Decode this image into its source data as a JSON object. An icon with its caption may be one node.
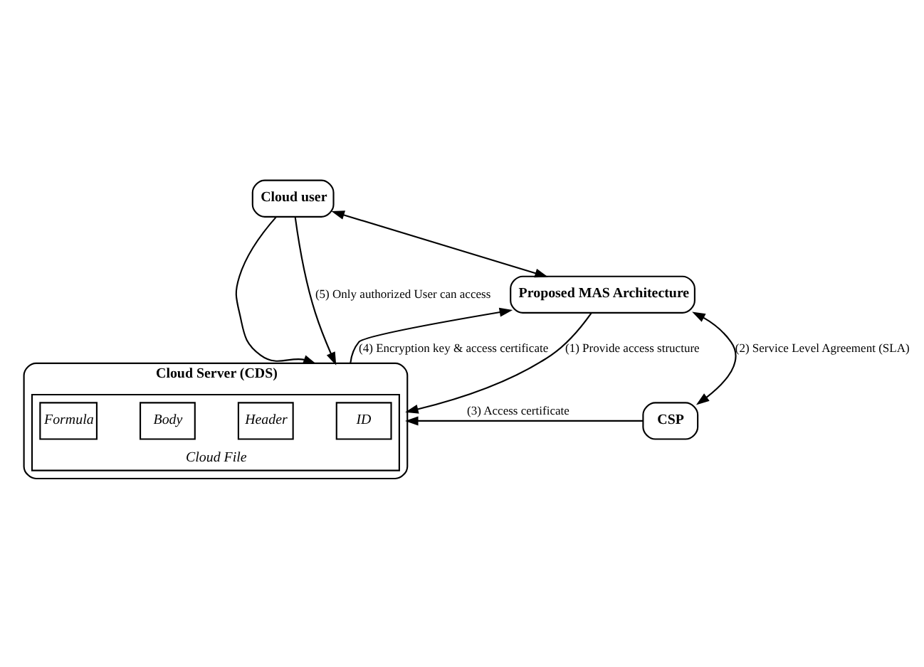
{
  "diagram": {
    "nodes": [
      {
        "text": [
          "CSP"
        ]
      },
      {
        "text": [
          "Cloud user"
        ]
      },
      {
        "text": [
          "Cloud Server (CDS)"
        ]
      },
      {
        "text": [
          "Cloud File"
        ],
        "in": 2
      },
      {
        "text": [
          "ID"
        ],
        "in": 3
      },
      {
        "text": [
          "Header"
        ],
        "in": 3
      },
      {
        "text": [
          "Body"
        ],
        "in": 3
      },
      {
        "text": [
          "Formula"
        ],
        "in": 3
      },
      {
        "text": [
          "Proposed MAS Architecture"
        ]
      }
    ],
    "edges": [
      {
        "from": 8,
        "to": 0,
        "arrow": "both",
        "label": "(2) Service Level Agreement (SLA)"
      },
      {
        "from": 0,
        "to": 2,
        "arrow": "to",
        "label": "(3) Access certificate"
      },
      {
        "from": 1,
        "to": 2,
        "arrow": "to"
      },
      {
        "from": 1,
        "to": 2,
        "arrow": "to",
        "label": "(5) Only authorized User can access"
      },
      {
        "from": 1,
        "to": 8,
        "arrow": "both"
      },
      {
        "from": 2,
        "to": 8,
        "arrow": "to",
        "label": "(4) Encryption key & access certificate"
      },
      {
        "from": 8,
        "to": 2,
        "arrow": "to",
        "label": "(1) Provide access structure"
      }
    ]
  }
}
